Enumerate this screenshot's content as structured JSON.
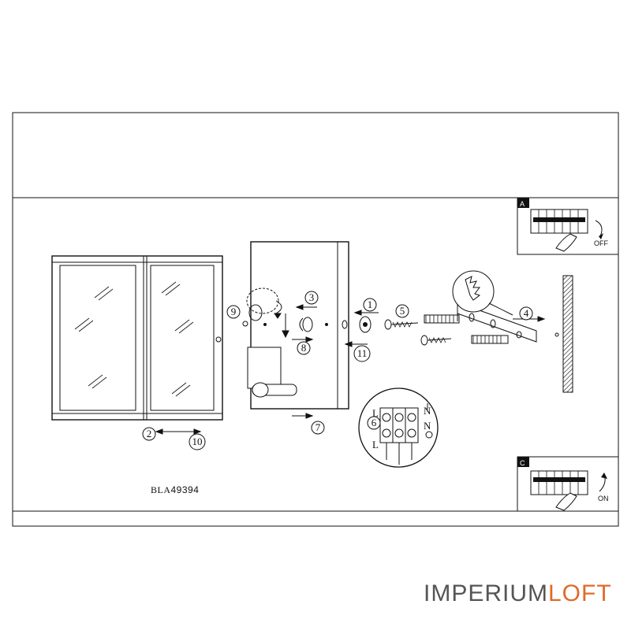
{
  "steps": {
    "s1": "1",
    "s2": "2",
    "s3": "3",
    "s4": "4",
    "s5": "5",
    "s6": "6",
    "s7": "7",
    "s8": "8",
    "s9": "9",
    "s10": "10",
    "s11": "11"
  },
  "panel_a": {
    "letter": "A",
    "state": "OFF"
  },
  "panel_c": {
    "letter": "C",
    "state": "ON"
  },
  "terminal": {
    "left_top": "L",
    "left_bottom": "L",
    "right_top": "N",
    "right_bottom": "N"
  },
  "model": {
    "prefix": "BLA",
    "digits": "49394"
  },
  "brand": {
    "part1": "IMPERIUM",
    "part2": "LOFT",
    "accent": "#e06a2a"
  }
}
